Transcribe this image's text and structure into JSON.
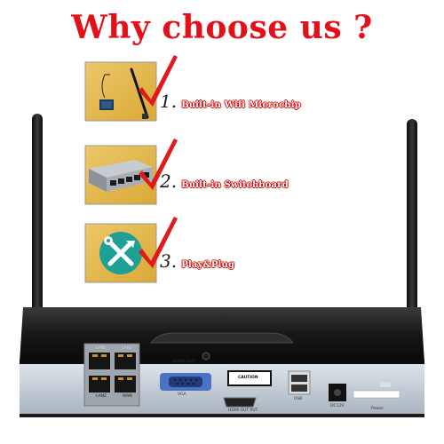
{
  "title": "Why choose us ?",
  "features": [
    {
      "number": "1.",
      "text": "Built-in Wifi Microchip",
      "icon": "wifi-chip-icon"
    },
    {
      "number": "2.",
      "text": "Built-in Switchboard",
      "icon": "switch-icon"
    },
    {
      "number": "3.",
      "text": "Play&Plug",
      "icon": "tools-icon"
    }
  ],
  "ports": {
    "lan1": "LAN1",
    "lan3": "LAN3",
    "lan2": "LAN2",
    "wan": "WAN",
    "audio": "AUDIO OUT",
    "vga": "VGA",
    "hdmi": "HDMI OUT PUT",
    "caution": "CAUTION",
    "usb": "USB",
    "dc": "DC12V",
    "power": "Power"
  },
  "colors": {
    "title": "#e3101a",
    "check": "#e01a1a",
    "card": "#e0b64a",
    "device": "#1c1c1c",
    "panel": "#c9d2dc"
  }
}
